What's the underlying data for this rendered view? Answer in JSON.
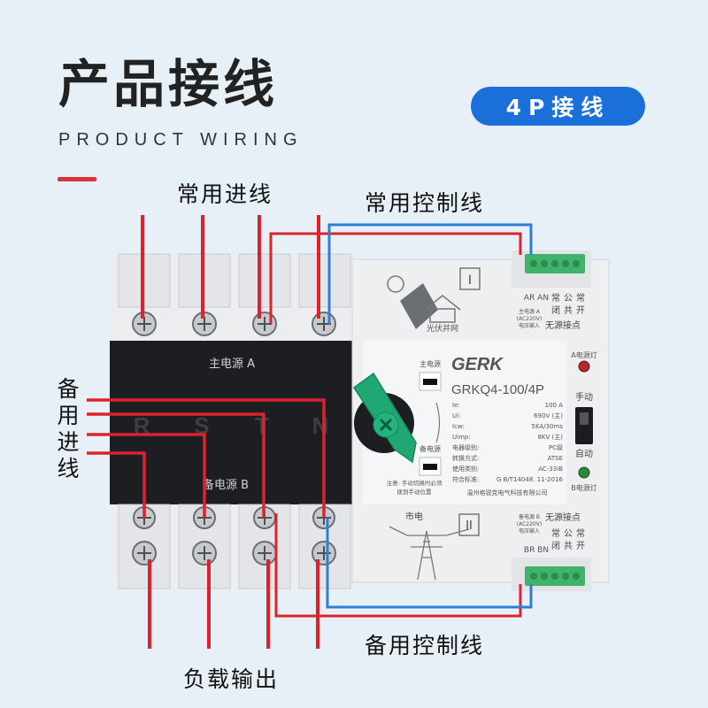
{
  "header": {
    "title": "产品接线",
    "subtitle": "PRODUCT WIRING",
    "badge": "4P接线"
  },
  "callouts": {
    "normal_input": "常用进线",
    "normal_control": "常用控制线",
    "backup_input_vertical": [
      "备",
      "用",
      "进",
      "线"
    ],
    "backup_control": "备用控制线",
    "load_output": "负载输出"
  },
  "device": {
    "brand": "GERK",
    "model": "GRKQ4-100/4P",
    "main_source_label": "主电源 A",
    "backup_source_label": "备电源 B",
    "phase_letters": [
      "R",
      "S",
      "T",
      "N"
    ],
    "top_module": {
      "roman": "I",
      "terminal_labels": "AR AN",
      "contact_labels": [
        "常",
        "公",
        "常",
        "闭",
        "共",
        "开"
      ],
      "source_note": [
        "主电源 A",
        "(AC220V)",
        "电压输入"
      ],
      "dry_contact": "无源接点",
      "pv_caption": "光伏并网"
    },
    "bottom_module": {
      "roman": "II",
      "terminal_labels": "BR BN",
      "contact_labels": [
        "常",
        "公",
        "常",
        "闭",
        "共",
        "开"
      ],
      "source_note": [
        "备电源 B",
        "(AC220V)",
        "电压输入"
      ],
      "dry_contact": "无源接点",
      "grid_caption": "市电"
    },
    "switch_labels": {
      "main": "主电源",
      "backup": "备电源",
      "manual": "手动",
      "auto": "自动",
      "lamp_a": "A电源灯",
      "lamp_b": "B电源灯"
    },
    "specs": [
      {
        "key": "Ie:",
        "value": "100 A"
      },
      {
        "key": "Ui:",
        "value": "690V (主)"
      },
      {
        "key": "Icw:",
        "value": "5KA/30ms"
      },
      {
        "key": "Uimp:",
        "value": "8KV (主)"
      },
      {
        "key": "电器级别:",
        "value": "PC级"
      },
      {
        "key": "转换方式:",
        "value": "ATSE"
      },
      {
        "key": "使用类别:",
        "value": "AC-33iB"
      },
      {
        "key": "符合标准:",
        "value": "G B/T14048. 11-2016"
      }
    ],
    "manufacturer": "温州格锐克电气科技有限公司",
    "notice": [
      "注意: 手动切换时必须",
      "拨到手动位置"
    ]
  },
  "colors": {
    "background": "#e6f0f6",
    "badge": "#1a6fd9",
    "red_wire": "#d9232e",
    "blue_wire": "#2c7fd6",
    "switch_green": "#1fa874",
    "terminal_green": "#3fb36b"
  }
}
